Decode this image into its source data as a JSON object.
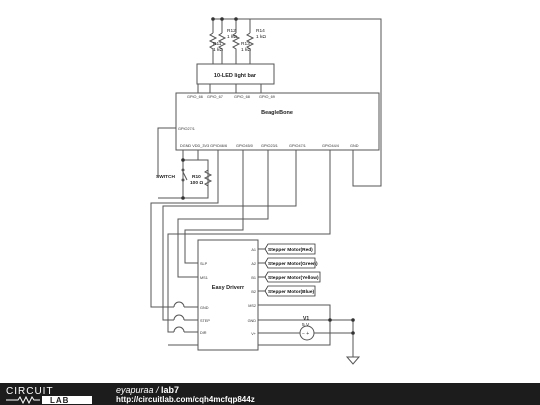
{
  "components": {
    "r11": {
      "name": "R11",
      "value": "1 kΩ"
    },
    "r12": {
      "name": "R12",
      "value": "1 kΩ"
    },
    "r13": {
      "name": "R13",
      "value": "1 kΩ"
    },
    "r14": {
      "name": "R14",
      "value": "1 kΩ"
    },
    "r10": {
      "name": "R10",
      "value": "100 Ω"
    },
    "ledbar": {
      "label": "10-LED light bar"
    },
    "beaglebone": {
      "label": "BeagleBone",
      "top_pins": [
        "GPIO_66",
        "GPIO_67",
        "GPIO_68",
        "GPIO_69"
      ],
      "left_pin": "GPIO27/1",
      "bottom_pins": [
        "DGND  VDD_3V3  GPIO46/6",
        "GPIO45/0",
        "GPIO23/1",
        "GPIO47/1",
        "GPIO44/4",
        "GND"
      ]
    },
    "switch": {
      "label": "SWITCH"
    },
    "driver": {
      "label": "Easy Driverr",
      "left_pins": [
        "SLP",
        "MS1",
        "GND",
        "STEP",
        "DIR"
      ],
      "right_pins": [
        "A1",
        "A2",
        "B1",
        "B2",
        "MS2",
        "GND",
        "V+"
      ]
    },
    "motor_labels": [
      "Stepper Motor(Red)",
      "Stepper Motor(Green)",
      "Stepper Motor(Yellow)",
      "Stepper Motor(Blue)"
    ],
    "v1": {
      "name": "V1",
      "value": "5 V"
    }
  },
  "footer": {
    "logo_top": "CIRCUIT",
    "logo_bottom": "LAB",
    "author": "eyapuraa",
    "separator": " / ",
    "project": "lab7",
    "url": "http://circuitlab.com/cqh4mcfqp844z"
  }
}
